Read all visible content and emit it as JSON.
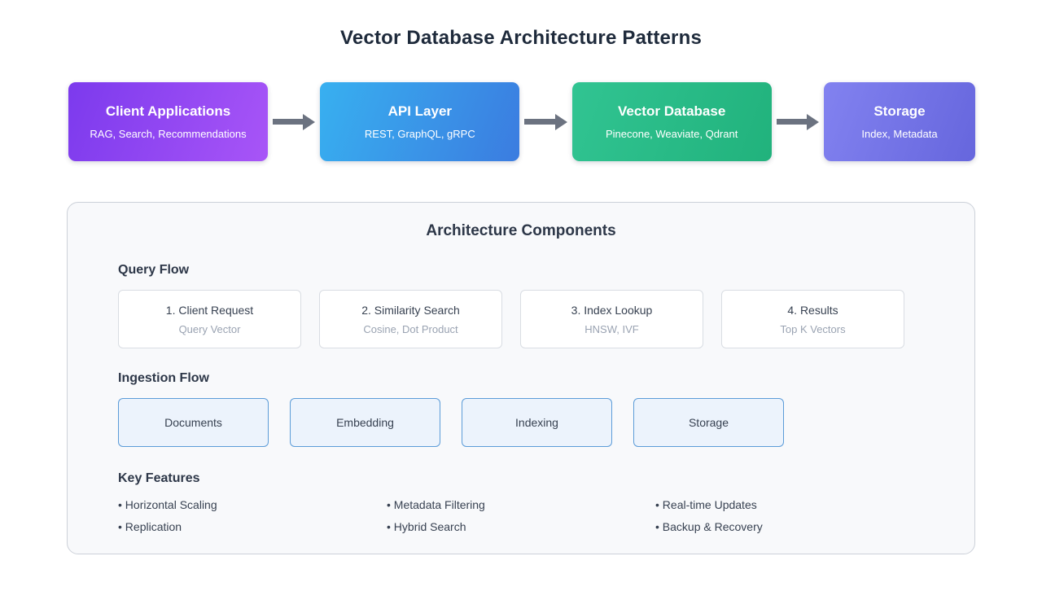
{
  "title": "Vector Database Architecture Patterns",
  "flow": {
    "arrow_color": "#6b7280",
    "nodes": [
      {
        "title": "Client Applications",
        "subtitle": "RAG, Search, Recommendations",
        "color_start": "#7c3aed",
        "color_end": "#a855f7"
      },
      {
        "title": "API Layer",
        "subtitle": "REST, GraphQL, gRPC",
        "color_start": "#38b0f0",
        "color_end": "#3b7ce0"
      },
      {
        "title": "Vector Database",
        "subtitle": "Pinecone, Weaviate, Qdrant",
        "color_start": "#31c492",
        "color_end": "#21b27c"
      },
      {
        "title": "Storage",
        "subtitle": "Index, Metadata",
        "color_start": "#8282f0",
        "color_end": "#6666dd"
      }
    ]
  },
  "panel": {
    "title": "Architecture Components",
    "query_flow": {
      "heading": "Query Flow",
      "cards": [
        {
          "title": "1. Client Request",
          "subtitle": "Query Vector"
        },
        {
          "title": "2. Similarity Search",
          "subtitle": "Cosine, Dot Product"
        },
        {
          "title": "3. Index Lookup",
          "subtitle": "HNSW, IVF"
        },
        {
          "title": "4. Results",
          "subtitle": "Top K Vectors"
        }
      ]
    },
    "ingestion_flow": {
      "heading": "Ingestion Flow",
      "cards": [
        {
          "label": "Documents"
        },
        {
          "label": "Embedding"
        },
        {
          "label": "Indexing"
        },
        {
          "label": "Storage"
        }
      ]
    },
    "key_features": {
      "heading": "Key Features",
      "columns": [
        [
          "• Horizontal Scaling",
          "• Replication"
        ],
        [
          "• Metadata Filtering",
          "• Hybrid Search"
        ],
        [
          "• Real-time Updates",
          "• Backup & Recovery"
        ]
      ]
    }
  }
}
